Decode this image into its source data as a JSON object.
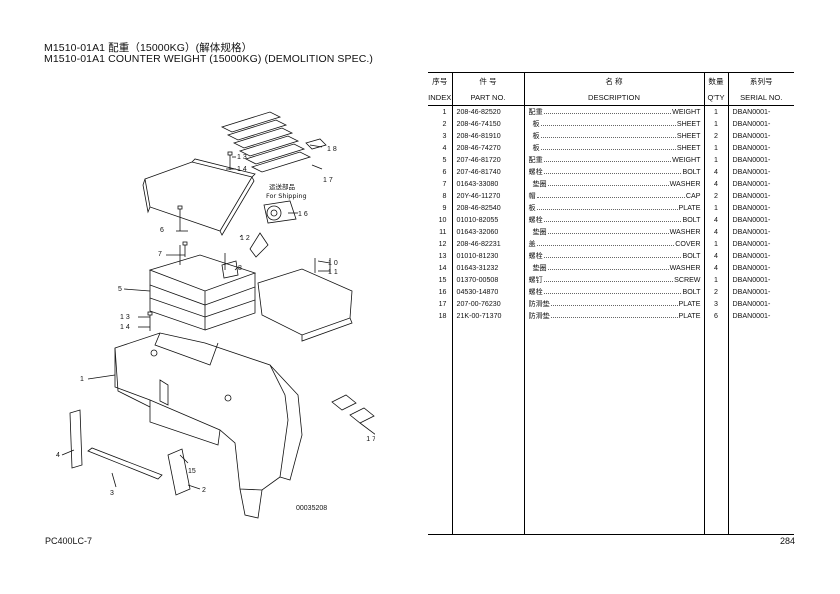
{
  "header": {
    "title_cn": "M1510-01A1  配重（15000KG）(解体规格）",
    "title_en": "M1510-01A1  COUNTER WEIGHT (15000KG) (DEMOLITION SPEC.)"
  },
  "table": {
    "headers_cn": [
      "序号",
      "件  号",
      "名  称",
      "数量",
      "系列号"
    ],
    "headers_en": [
      "INDEX",
      "PART NO.",
      "DESCRIPTION",
      "Q'TY",
      "SERIAL NO."
    ],
    "rows": [
      {
        "index": "1",
        "part_no": "208-46-82520",
        "desc_cn": "配重",
        "desc_en": "WEIGHT",
        "qty": "1",
        "serial": "DBAN0001-"
      },
      {
        "index": "2",
        "part_no": "208-46-74150",
        "desc_cn": "  板",
        "desc_en": "SHEET",
        "qty": "1",
        "serial": "DBAN0001-"
      },
      {
        "index": "3",
        "part_no": "208-46-81910",
        "desc_cn": "  板",
        "desc_en": "SHEET",
        "qty": "2",
        "serial": "DBAN0001-"
      },
      {
        "index": "4",
        "part_no": "208-46-74270",
        "desc_cn": "  板",
        "desc_en": "SHEET",
        "qty": "1",
        "serial": "DBAN0001-"
      },
      {
        "index": "5",
        "part_no": "207-46-81720",
        "desc_cn": "配重",
        "desc_en": "WEIGHT",
        "qty": "1",
        "serial": "DBAN0001-"
      },
      {
        "index": "6",
        "part_no": "207-46-81740",
        "desc_cn": "螺栓",
        "desc_en": "BOLT",
        "qty": "4",
        "serial": "DBAN0001-"
      },
      {
        "index": "7",
        "part_no": "01643-33080",
        "desc_cn": "  垫圈",
        "desc_en": "WASHER",
        "qty": "4",
        "serial": "DBAN0001-"
      },
      {
        "index": "8",
        "part_no": "20Y-46-11270",
        "desc_cn": "帽",
        "desc_en": "CAP",
        "qty": "2",
        "serial": "DBAN0001-"
      },
      {
        "index": "9",
        "part_no": "208-46-82540",
        "desc_cn": "板",
        "desc_en": "PLATE",
        "qty": "1",
        "serial": "DBAN0001-"
      },
      {
        "index": "10",
        "part_no": "01010-82055",
        "desc_cn": "螺栓",
        "desc_en": "BOLT",
        "qty": "4",
        "serial": "DBAN0001-"
      },
      {
        "index": "11",
        "part_no": "01643-32060",
        "desc_cn": "  垫圈",
        "desc_en": "WASHER",
        "qty": "4",
        "serial": "DBAN0001-"
      },
      {
        "index": "12",
        "part_no": "208-46-82231",
        "desc_cn": "盖",
        "desc_en": "COVER",
        "qty": "1",
        "serial": "DBAN0001-"
      },
      {
        "index": "13",
        "part_no": "01010-81230",
        "desc_cn": "螺栓",
        "desc_en": "BOLT",
        "qty": "4",
        "serial": "DBAN0001-"
      },
      {
        "index": "14",
        "part_no": "01643-31232",
        "desc_cn": "  垫圈",
        "desc_en": "WASHER",
        "qty": "4",
        "serial": "DBAN0001-"
      },
      {
        "index": "15",
        "part_no": "01370-00508",
        "desc_cn": "螺钉",
        "desc_en": "SCREW",
        "qty": "1",
        "serial": "DBAN0001-"
      },
      {
        "index": "16",
        "part_no": "04530-14870",
        "desc_cn": "螺栓",
        "desc_en": "BOLT",
        "qty": "2",
        "serial": "DBAN0001-"
      },
      {
        "index": "17",
        "part_no": "207-00-76230",
        "desc_cn": "防滑垫",
        "desc_en": "PLATE",
        "qty": "3",
        "serial": "DBAN0001-"
      },
      {
        "index": "18",
        "part_no": "21K-00-71370",
        "desc_cn": "防滑垫",
        "desc_en": "PLATE",
        "qty": "6",
        "serial": "DBAN0001-"
      }
    ]
  },
  "diagram": {
    "callouts": [
      "1",
      "2",
      "3",
      "4",
      "5",
      "6",
      "7",
      "8",
      "9",
      "10",
      "11",
      "12",
      "13",
      "14",
      "15",
      "16",
      "17",
      "17",
      "18",
      "13",
      "14"
    ],
    "shipping_label_cn": "运送部品",
    "shipping_label_en": "For Shipping",
    "drawing_code": "00035208"
  },
  "footer": {
    "model": "PC400LC-7",
    "page": "284"
  }
}
